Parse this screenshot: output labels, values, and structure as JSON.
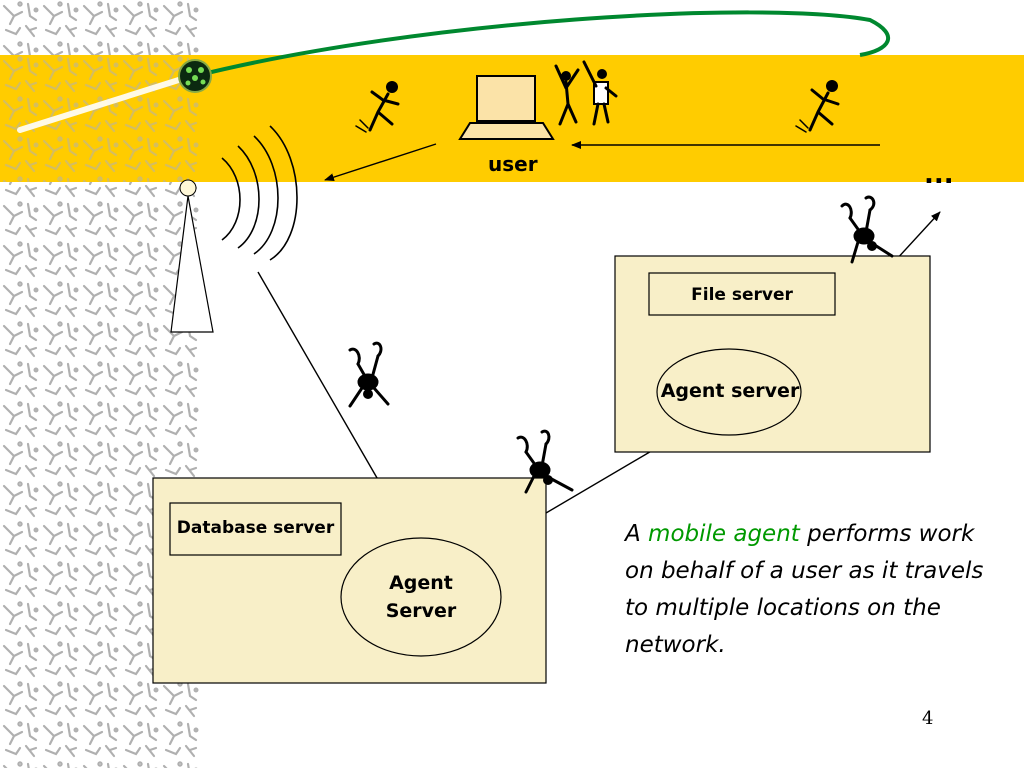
{
  "labels": {
    "user": "user",
    "ellipsis": "...",
    "file_server": "File server",
    "agent_server_remote": "Agent server",
    "database_server": "Database server",
    "agent_server_local_line1": "Agent",
    "agent_server_local_line2": "Server"
  },
  "description": {
    "part1": "A ",
    "highlight": "mobile agent",
    "part2": " performs work on behalf of a user as it travels to multiple locations on the network."
  },
  "page_number": "4",
  "colors": {
    "banner": "#ffcc00",
    "server_box": "#f8efc8",
    "highlight_text": "#009900",
    "globe_trail": "#00882f",
    "pattern": "#b0b0b0"
  },
  "icons": [
    "laptop-icon",
    "antenna-tower-icon",
    "radio-wave-icon",
    "walking-figure-icon",
    "handstand-agent-icon",
    "globe-icon"
  ]
}
